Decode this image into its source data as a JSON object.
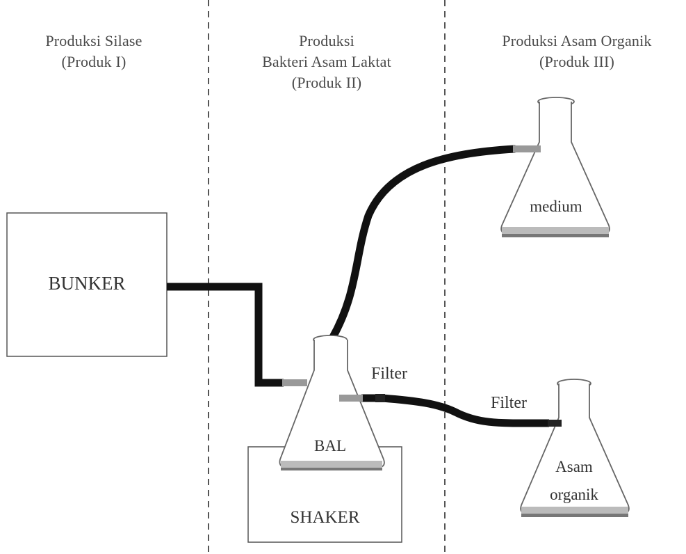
{
  "sections": [
    {
      "title": "Produksi Silase",
      "subtitle": "(Produk I)"
    },
    {
      "title_line1": "Produksi",
      "title_line2": "Bakteri Asam Laktat",
      "subtitle": "(Produk II)"
    },
    {
      "title": "Produksi Asam Organik",
      "subtitle": "(Produk III)"
    }
  ],
  "equipment": {
    "bunker": "BUNKER",
    "shaker": "SHAKER",
    "flask_bal": "BAL",
    "flask_medium": "medium",
    "flask_product_line1": "Asam",
    "flask_product_line2": "organik"
  },
  "filters": {
    "filter_1": "Filter",
    "filter_2": "Filter"
  },
  "colors": {
    "tube": "#111111",
    "outline": "#555555",
    "divider": "#555555"
  }
}
